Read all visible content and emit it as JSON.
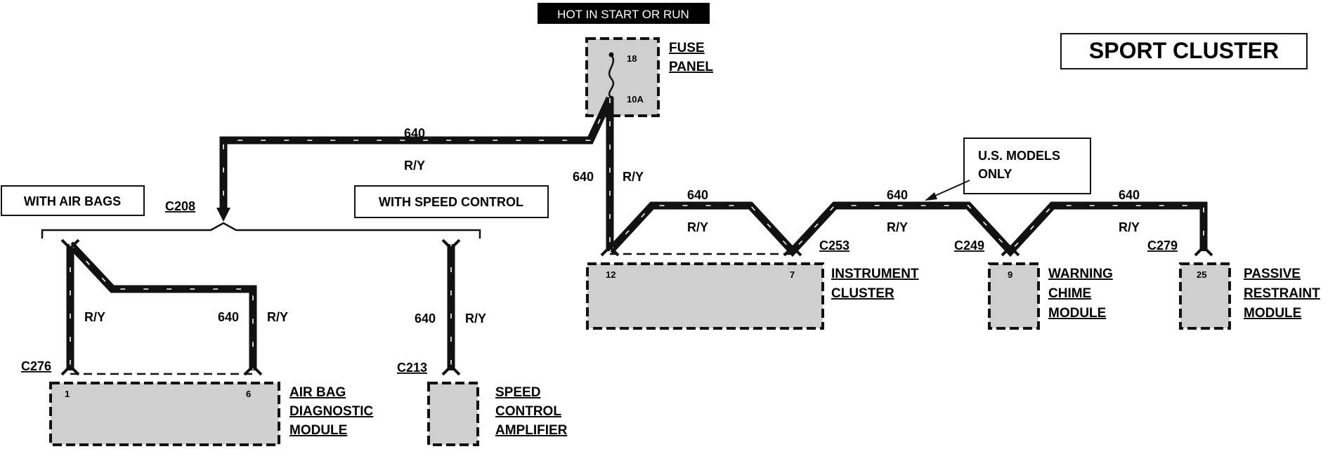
{
  "title": "SPORT CLUSTER",
  "power_banner": "HOT IN START OR RUN",
  "fuse_panel": {
    "name_line1": "FUSE",
    "name_line2": "PANEL",
    "fuse_number": "18",
    "fuse_rating": "10A"
  },
  "wire": {
    "circuit": "640",
    "color": "R/Y"
  },
  "option_labels": {
    "air_bags": "WITH AIR BAGS",
    "speed_control": "WITH SPEED CONTROL",
    "us_models_line1": "U.S. MODELS",
    "us_models_line2": "ONLY"
  },
  "connectors": {
    "c208": "C208",
    "c276": "C276",
    "c213": "C213",
    "c253": "C253",
    "c249": "C249",
    "c279": "C279"
  },
  "modules": {
    "air_bag": {
      "line1": "AIR BAG",
      "line2": "DIAGNOSTIC",
      "line3": "MODULE",
      "pin_a": "1",
      "pin_b": "6"
    },
    "speed_control": {
      "line1": "SPEED",
      "line2": "CONTROL",
      "line3": "AMPLIFIER"
    },
    "instrument_cluster": {
      "line1": "INSTRUMENT",
      "line2": "CLUSTER",
      "pin_a": "12",
      "pin_b": "7"
    },
    "warning_chime": {
      "line1": "WARNING",
      "line2": "CHIME",
      "line3": "MODULE",
      "pin": "9"
    },
    "passive_restraint": {
      "line1": "PASSIVE",
      "line2": "RESTRAINT",
      "line3": "MODULE",
      "pin": "25"
    }
  }
}
